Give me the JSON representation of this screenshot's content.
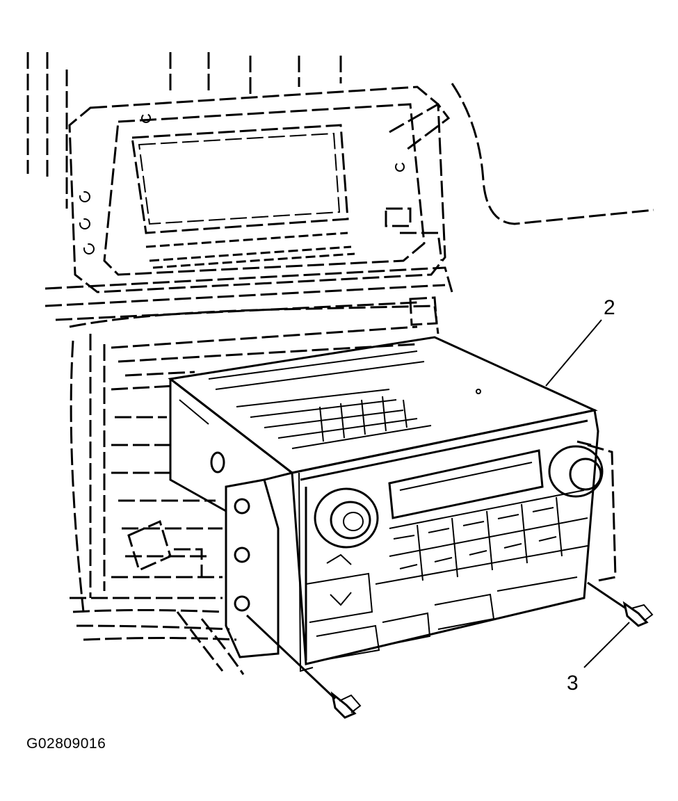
{
  "callouts": {
    "radio_label": "2",
    "bolt_label": "3"
  },
  "figure_id": "G02809016",
  "icons": [
    "radio-unit-icon",
    "instrument-panel-icon",
    "bolt-icon"
  ],
  "colors": {
    "ink": "#000000",
    "background": "#ffffff"
  }
}
